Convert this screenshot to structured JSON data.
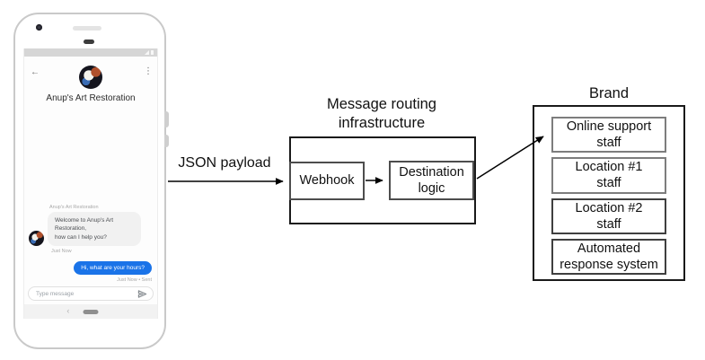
{
  "phone": {
    "header": {
      "back_icon": "←",
      "menu_icon": "⋮",
      "title": "Anup's Art Restoration"
    },
    "conversation": {
      "sender_label": "Anup's Art Restoration",
      "incoming_text": "Welcome to Anup's Art Restoration,\nhow can I help you?",
      "incoming_time": "Just Now",
      "outgoing_text": "Hi, what are your hours?",
      "outgoing_time": "Just Now • Sent"
    },
    "composer": {
      "placeholder": "Type message",
      "send_icon": "paper-plane"
    },
    "nav": {
      "back_icon": "‹",
      "home_icon": "home-pill"
    },
    "status_icons": [
      "signal",
      "battery"
    ]
  },
  "diagram": {
    "payload_label": "JSON payload",
    "routing": {
      "title": "Message routing\ninfrastructure",
      "webhook_label": "Webhook",
      "destination_label": "Destination\nlogic"
    },
    "brand": {
      "title": "Brand",
      "items": [
        "Online support\nstaff",
        "Location #1\nstaff",
        "Location #2\nstaff",
        "Automated\nresponse system"
      ]
    }
  },
  "colors": {
    "outgoing_bubble": "#1a73e8",
    "incoming_bubble": "#f1f1f1",
    "status_bar": "#d6d6d6",
    "diagram_outer_border": "#1a1a1a",
    "flow_node_border": "#4d4d4d",
    "brand_item_border": "#7d7d7d"
  }
}
